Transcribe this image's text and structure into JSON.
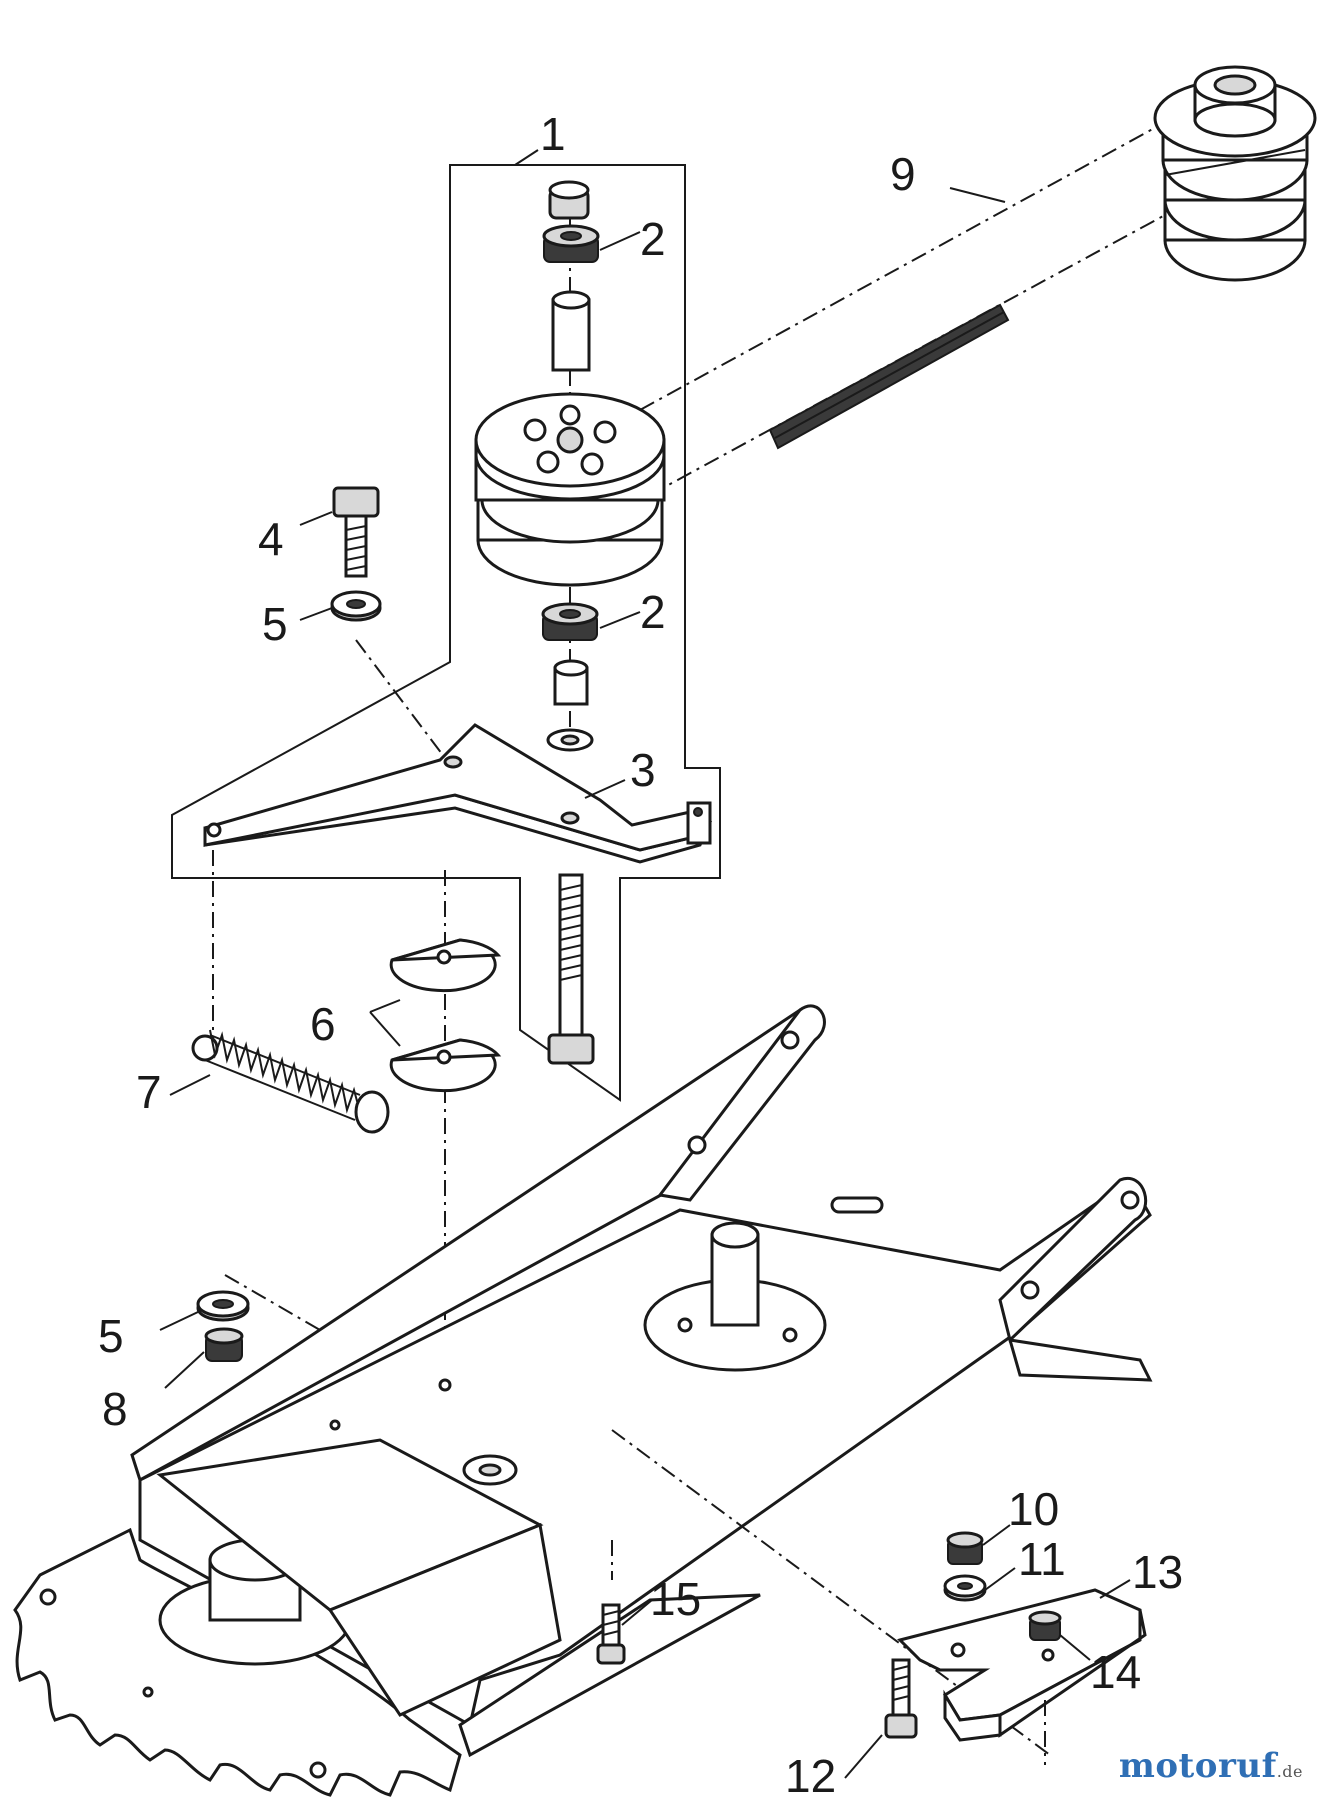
{
  "diagram": {
    "callouts": [
      {
        "id": "c1",
        "text": "1"
      },
      {
        "id": "c9",
        "text": "9"
      },
      {
        "id": "c2a",
        "text": "2"
      },
      {
        "id": "c4",
        "text": "4"
      },
      {
        "id": "c5a",
        "text": "5"
      },
      {
        "id": "c2b",
        "text": "2"
      },
      {
        "id": "c3",
        "text": "3"
      },
      {
        "id": "c6",
        "text": "6"
      },
      {
        "id": "c7",
        "text": "7"
      },
      {
        "id": "c5b",
        "text": "5"
      },
      {
        "id": "c8",
        "text": "8"
      },
      {
        "id": "c10",
        "text": "10"
      },
      {
        "id": "c11",
        "text": "11"
      },
      {
        "id": "c13",
        "text": "13"
      },
      {
        "id": "c15",
        "text": "15"
      },
      {
        "id": "c14",
        "text": "14"
      },
      {
        "id": "c12",
        "text": "12"
      }
    ]
  },
  "watermark": {
    "main": "motoruf",
    "suffix": ".de"
  }
}
